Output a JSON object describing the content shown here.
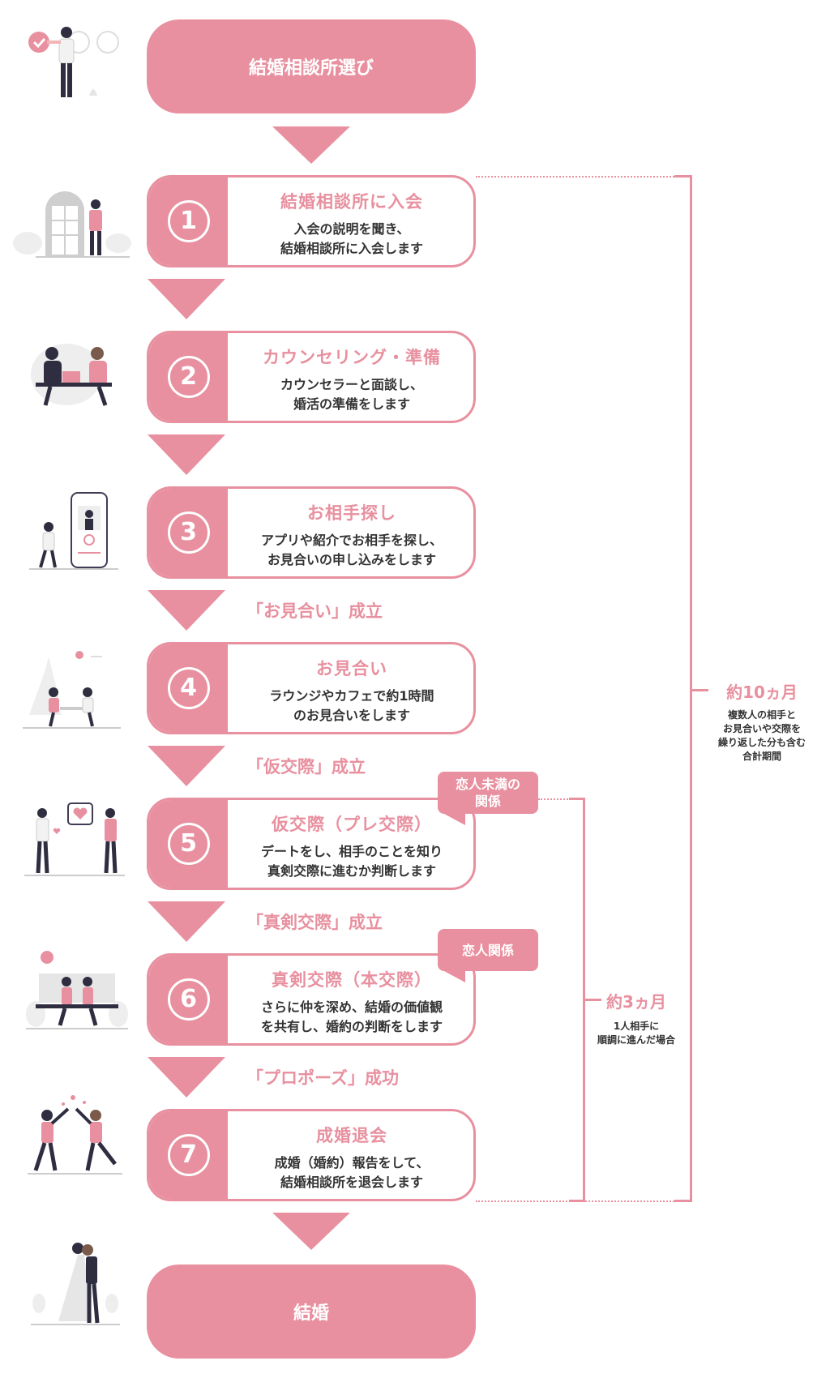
{
  "colors": {
    "accent": "#e8909f",
    "text": "#333333",
    "white": "#ffffff"
  },
  "start": {
    "label": "結婚相談所選び"
  },
  "end": {
    "label": "結婚"
  },
  "steps": [
    {
      "num": "1",
      "title": "結婚相談所に入会",
      "desc": [
        "入会の説明を聞き、",
        "結婚相談所に入会します"
      ]
    },
    {
      "num": "2",
      "title": "カウンセリング・準備",
      "desc": [
        "カウンセラーと面談し、",
        "婚活の準備をします"
      ]
    },
    {
      "num": "3",
      "title": "お相手探し",
      "desc": [
        "アプリや紹介でお相手を探し、",
        "お見合いの申し込みをします"
      ]
    },
    {
      "num": "4",
      "title": "お見合い",
      "desc": [
        "ラウンジやカフェで約1時間",
        "のお見合いをします"
      ]
    },
    {
      "num": "5",
      "title": "仮交際（プレ交際）",
      "desc": [
        "デートをし、相手のことを知り",
        "真剣交際に進むか判断します"
      ]
    },
    {
      "num": "6",
      "title": "真剣交際（本交際）",
      "desc": [
        "さらに仲を深め、結婚の価値観",
        "を共有し、婚約の判断をします"
      ]
    },
    {
      "num": "7",
      "title": "成婚退会",
      "desc": [
        "成婚（婚約）報告をして、",
        "結婚相談所を退会します"
      ]
    }
  ],
  "transitions": {
    "t3": "「お見合い」成立",
    "t4": "「仮交際」成立",
    "t5": "「真剣交際」成立",
    "t6": "「プロポーズ」成功"
  },
  "bubbles": {
    "b5": [
      "恋人未満の",
      "関係"
    ],
    "b6": [
      "恋人関係"
    ]
  },
  "durations": {
    "total": {
      "label": "約10ヵ月",
      "note": [
        "複数人の相手と",
        "お見合いや交際を",
        "繰り返した分も含む",
        "合計期間"
      ]
    },
    "dating": {
      "label": "約3ヵ月",
      "note": [
        "1人相手に",
        "順調に進んだ場合"
      ]
    }
  },
  "illustrations": [
    "checklist-woman-illustration",
    "door-man-illustration",
    "counseling-illustration",
    "smartphone-search-illustration",
    "cafe-meeting-illustration",
    "gift-exchange-illustration",
    "bench-couple-illustration",
    "celebration-couple-illustration",
    "wedding-couple-illustration"
  ]
}
